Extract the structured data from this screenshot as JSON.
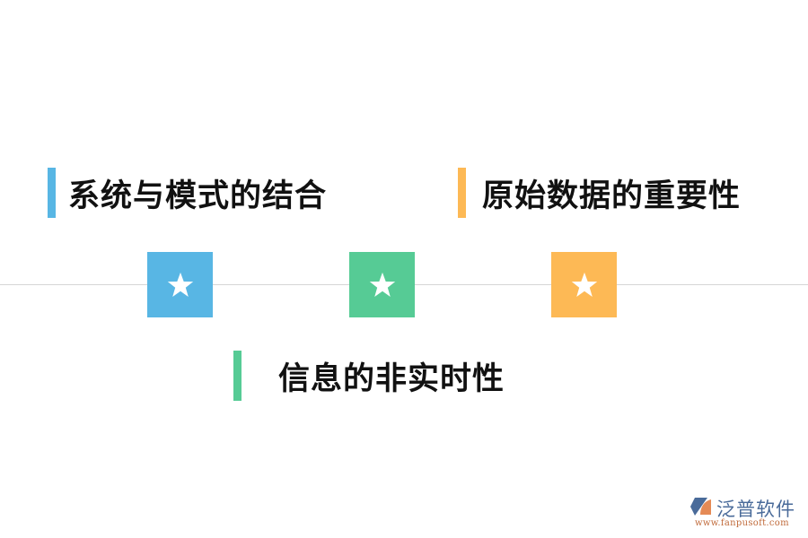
{
  "colors": {
    "blue": "#58b6e4",
    "green": "#56cb95",
    "orange": "#fdb955",
    "divider": "#d6d6d6",
    "text": "#111111"
  },
  "labels": [
    {
      "text": "系统与模式的结合",
      "color": "blue"
    },
    {
      "text": "原始数据的重要性",
      "color": "orange"
    },
    {
      "text": "信息的非实时性",
      "color": "green"
    }
  ],
  "markers": [
    {
      "icon": "star-icon",
      "color": "blue"
    },
    {
      "icon": "star-icon",
      "color": "green"
    },
    {
      "icon": "star-icon",
      "color": "orange"
    }
  ],
  "logo": {
    "name": "泛普软件",
    "url": "www.fanpusoft.com"
  }
}
